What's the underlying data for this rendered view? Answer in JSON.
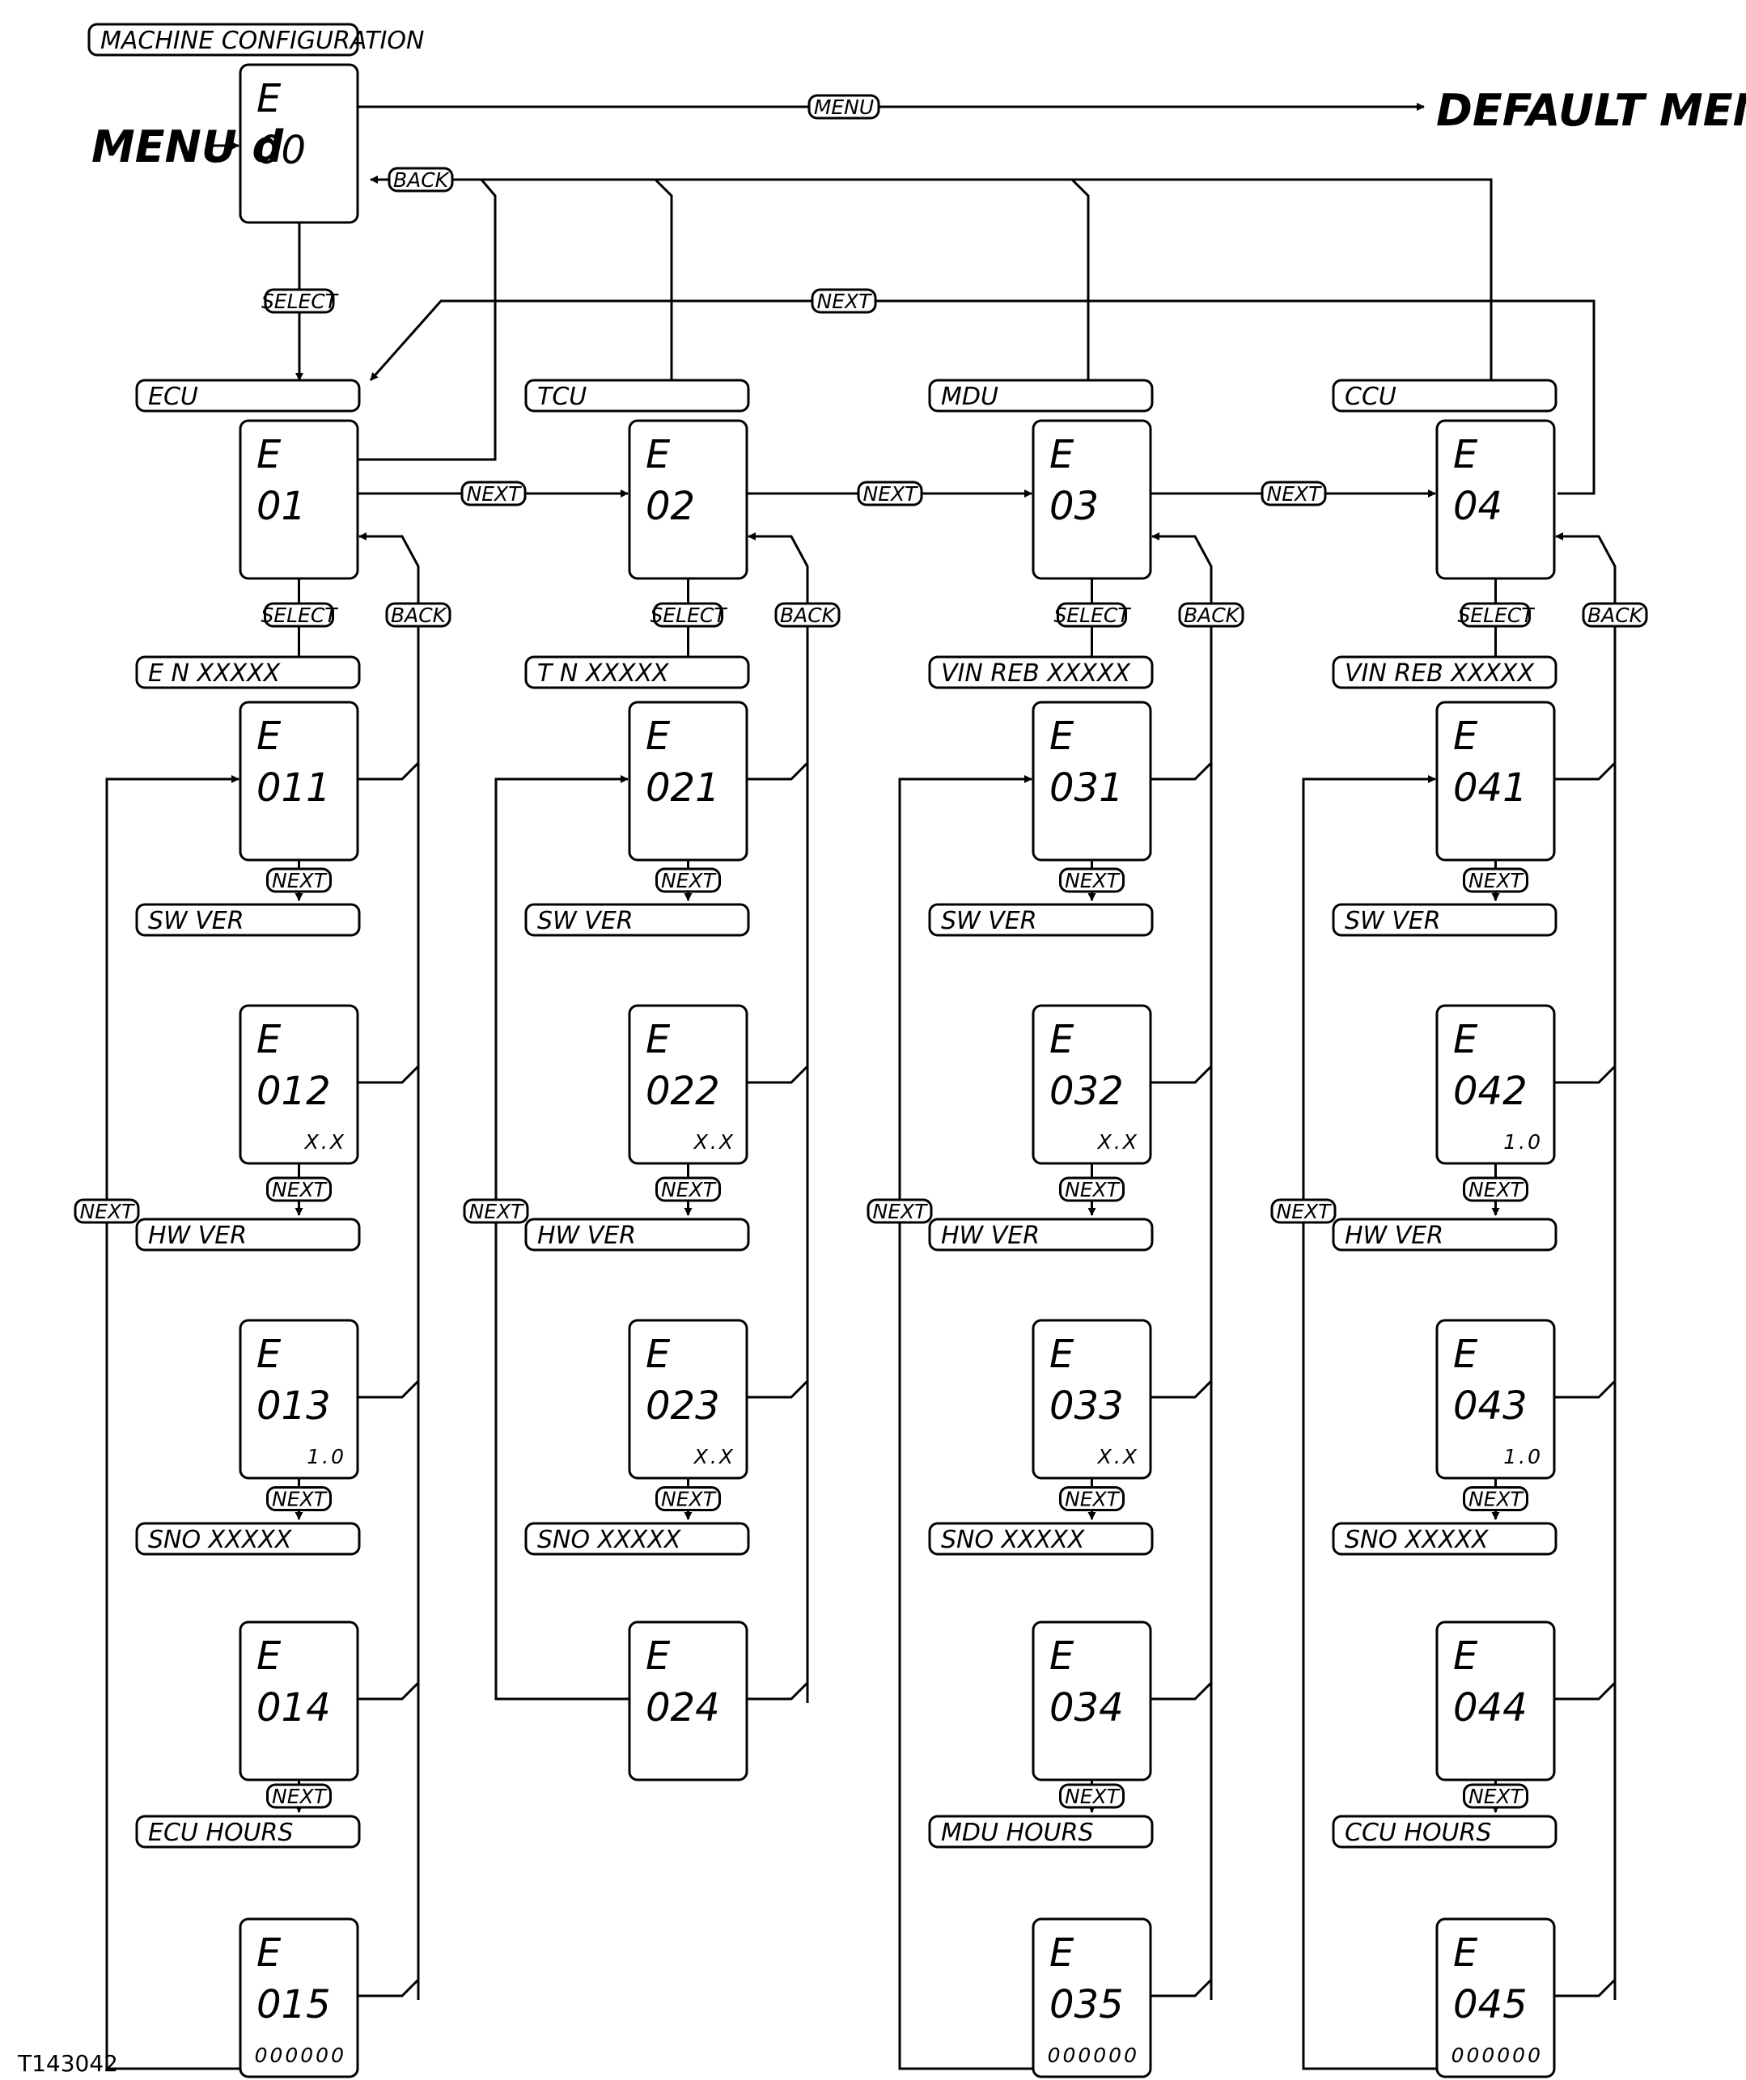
{
  "root": {
    "header_label": "MACHINE CONFIGURATION",
    "screen_letter": "E",
    "screen_code": "00",
    "menu_entry_label": "MENU d",
    "menu_button": "MENU",
    "default_menu_label": "DEFAULT MENU",
    "back_button": "BACK",
    "select_button": "SELECT",
    "next_button": "NEXT"
  },
  "columns": [
    {
      "name": "ECU",
      "code": "01",
      "screens": [
        {
          "label": "E N XXXXX",
          "letter": "E",
          "code": "011",
          "value": ""
        },
        {
          "label": "SW VER",
          "letter": "E",
          "code": "012",
          "value": "X.X"
        },
        {
          "label": "HW VER",
          "letter": "E",
          "code": "013",
          "value": "1.0"
        },
        {
          "label": "SNO XXXXX",
          "letter": "E",
          "code": "014",
          "value": ""
        },
        {
          "label": "ECU HOURS",
          "letter": "E",
          "code": "015",
          "value": "000000"
        }
      ]
    },
    {
      "name": "TCU",
      "code": "02",
      "screens": [
        {
          "label": "T N XXXXX",
          "letter": "E",
          "code": "021",
          "value": ""
        },
        {
          "label": "SW VER",
          "letter": "E",
          "code": "022",
          "value": "X.X"
        },
        {
          "label": "HW VER",
          "letter": "E",
          "code": "023",
          "value": "X.X"
        },
        {
          "label": "SNO XXXXX",
          "letter": "E",
          "code": "024",
          "value": ""
        }
      ]
    },
    {
      "name": "MDU",
      "code": "03",
      "screens": [
        {
          "label": "VIN REB XXXXX",
          "letter": "E",
          "code": "031",
          "value": ""
        },
        {
          "label": "SW VER",
          "letter": "E",
          "code": "032",
          "value": "X.X"
        },
        {
          "label": "HW VER",
          "letter": "E",
          "code": "033",
          "value": "X.X"
        },
        {
          "label": "SNO XXXXX",
          "letter": "E",
          "code": "034",
          "value": ""
        },
        {
          "label": "MDU HOURS",
          "letter": "E",
          "code": "035",
          "value": "000000"
        }
      ]
    },
    {
      "name": "CCU",
      "code": "04",
      "screens": [
        {
          "label": "VIN REB XXXXX",
          "letter": "E",
          "code": "041",
          "value": ""
        },
        {
          "label": "SW VER",
          "letter": "E",
          "code": "042",
          "value": "1.0"
        },
        {
          "label": "HW VER",
          "letter": "E",
          "code": "043",
          "value": "1.0"
        },
        {
          "label": "SNO XXXXX",
          "letter": "E",
          "code": "044",
          "value": ""
        },
        {
          "label": "CCU HOURS",
          "letter": "E",
          "code": "045",
          "value": "000000"
        }
      ]
    }
  ],
  "figure_id": "T143042"
}
